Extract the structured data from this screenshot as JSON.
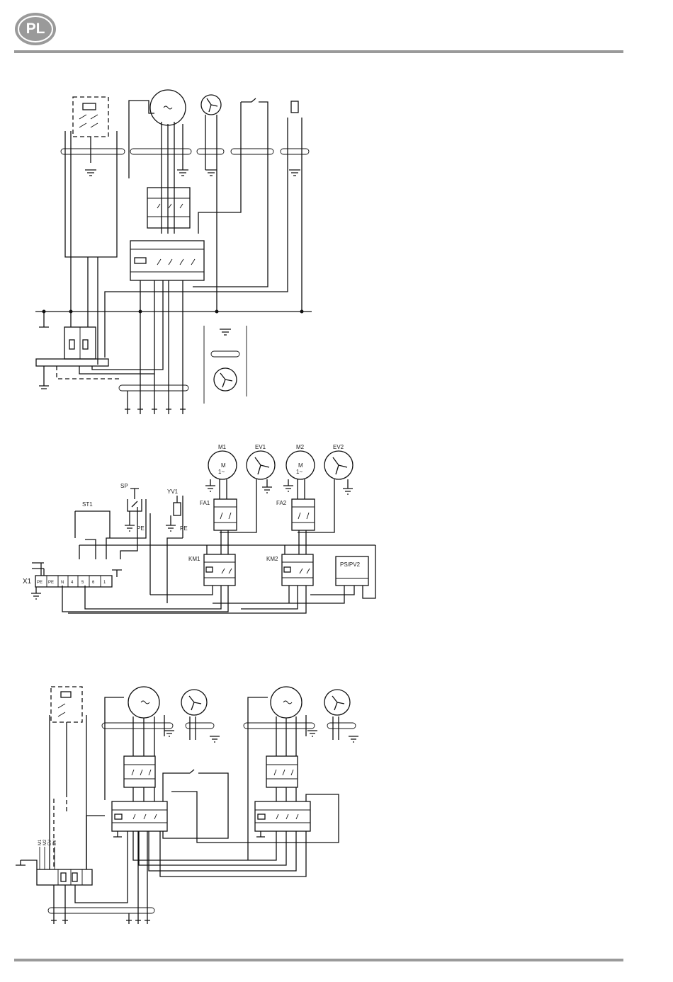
{
  "header": {
    "badge_text": "PL",
    "badge_color": "#9a9a9a",
    "rule_color": "#9a9a9a"
  },
  "diagram2": {
    "labels": {
      "m1": "M1",
      "ev1": "EV1",
      "m2": "M2",
      "ev2": "EV2",
      "sp": "SP",
      "yv1": "YV1",
      "st1": "ST1",
      "fa1": "FA1",
      "fa2": "FA2",
      "km1": "KM1",
      "km2": "KM2",
      "ps": "PS/PV2",
      "x1": "X1",
      "pe1": "PE",
      "pe2": "PE"
    },
    "terminals": [
      "PE",
      "PE",
      "N",
      "4",
      "5",
      "6",
      "1"
    ]
  },
  "diagram3": {
    "side_labels": [
      "M1",
      "M2",
      "EV",
      "EV"
    ]
  }
}
